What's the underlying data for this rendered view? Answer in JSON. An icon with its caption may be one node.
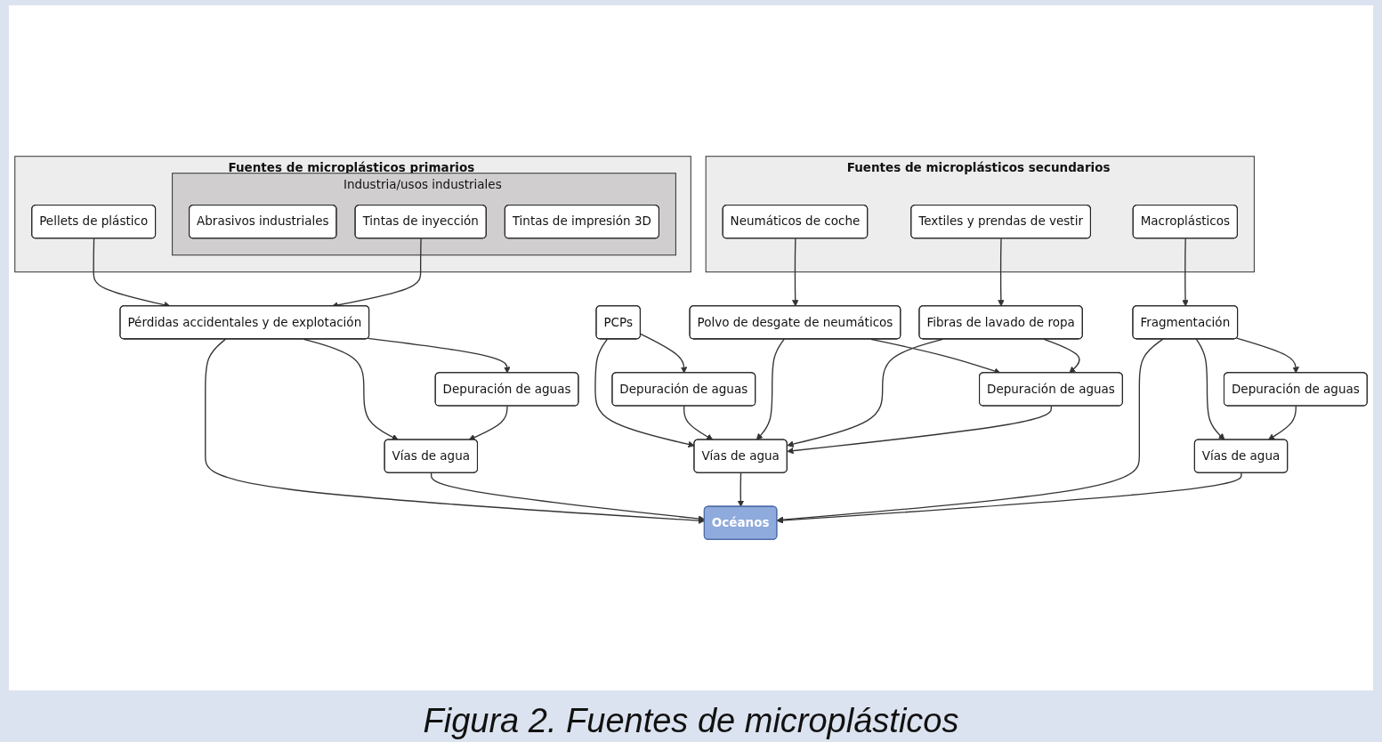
{
  "diagram": {
    "caption": "Figura 2. Fuentes de microplásticos",
    "nodes": [
      {
        "text": [
          "Fuentes de microplásticos primarios"
        ]
      },
      {
        "text": [
          "Pellets de plástico"
        ],
        "in": 0
      },
      {
        "text": [
          "Industria/usos industriales"
        ],
        "in": 0
      },
      {
        "text": [
          "Abrasivos industriales"
        ],
        "in": 2
      },
      {
        "text": [
          "Tintas de inyección"
        ],
        "in": 2
      },
      {
        "text": [
          "Tintas de impresión 3D"
        ],
        "in": 2
      },
      {
        "text": [
          "PCPs"
        ]
      },
      {
        "text": [
          "Fuentes de microplásticos secundarios"
        ]
      },
      {
        "text": [
          "Neumáticos de coche"
        ],
        "in": 7
      },
      {
        "text": [
          "Textiles y prendas de vestir"
        ],
        "in": 7
      },
      {
        "text": [
          "Macroplásticos"
        ],
        "in": 7
      },
      {
        "text": [
          "Pérdidas accidentales y de explotación"
        ]
      },
      {
        "text": [
          "Polvo de desgate de neumáticos"
        ]
      },
      {
        "text": [
          "Fibras de lavado de ropa"
        ]
      },
      {
        "text": [
          "Fragmentación"
        ]
      },
      {
        "text": [
          "Depuración de aguas"
        ]
      },
      {
        "text": [
          "Depuración de aguas"
        ]
      },
      {
        "text": [
          "Depuración de aguas"
        ]
      },
      {
        "text": [
          "Depuración de aguas"
        ]
      },
      {
        "text": [
          "Vías de agua"
        ]
      },
      {
        "text": [
          "Vías de agua"
        ]
      },
      {
        "text": [
          "Vías de agua"
        ]
      },
      {
        "text": [
          "Océanos"
        ]
      }
    ],
    "edges": [
      {
        "from": 1,
        "to": 11,
        "arrow": "to"
      },
      {
        "from": 4,
        "to": 11,
        "arrow": "to"
      },
      {
        "from": 11,
        "to": 22,
        "arrow": "to"
      },
      {
        "from": 11,
        "to": 15,
        "arrow": "to"
      },
      {
        "from": 11,
        "to": 19,
        "arrow": "to"
      },
      {
        "from": 15,
        "to": 19,
        "arrow": "to"
      },
      {
        "from": 19,
        "to": 22,
        "arrow": "to"
      },
      {
        "from": 6,
        "to": 20,
        "arrow": "to"
      },
      {
        "from": 6,
        "to": 16,
        "arrow": "to"
      },
      {
        "from": 16,
        "to": 20,
        "arrow": "to"
      },
      {
        "from": 8,
        "to": 12,
        "arrow": "to"
      },
      {
        "from": 9,
        "to": 13,
        "arrow": "to"
      },
      {
        "from": 10,
        "to": 14,
        "arrow": "to"
      },
      {
        "from": 12,
        "to": 20,
        "arrow": "to"
      },
      {
        "from": 12,
        "to": 17,
        "arrow": "to"
      },
      {
        "from": 13,
        "to": 17,
        "arrow": "to"
      },
      {
        "from": 13,
        "to": 20,
        "arrow": "to"
      },
      {
        "from": 17,
        "to": 20,
        "arrow": "to"
      },
      {
        "from": 20,
        "to": 22,
        "arrow": "to"
      },
      {
        "from": 14,
        "to": 18,
        "arrow": "to"
      },
      {
        "from": 14,
        "to": 21,
        "arrow": "to"
      },
      {
        "from": 14,
        "to": 22,
        "arrow": "to"
      },
      {
        "from": 18,
        "to": 21,
        "arrow": "to"
      },
      {
        "from": 21,
        "to": 22,
        "arrow": "to"
      }
    ]
  }
}
